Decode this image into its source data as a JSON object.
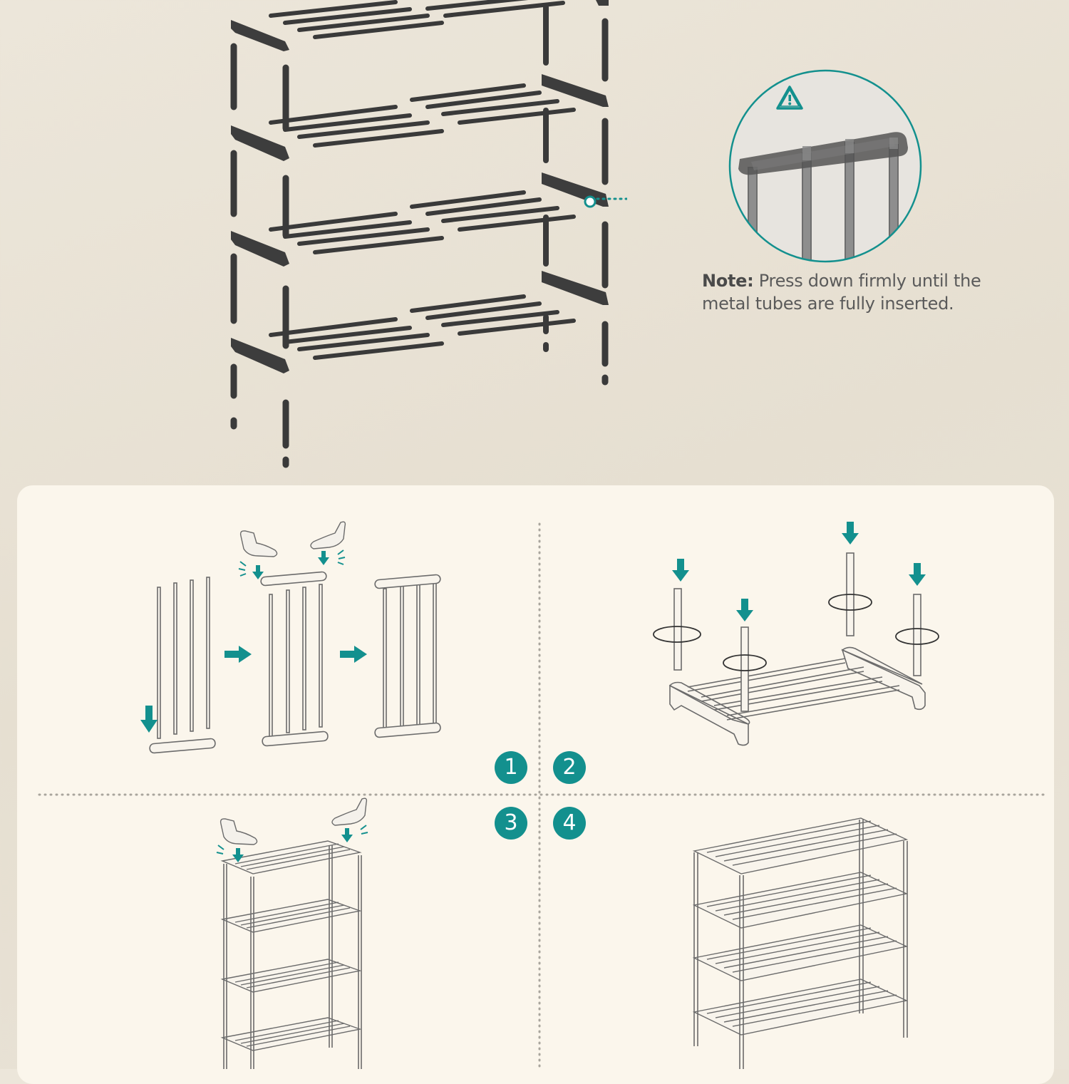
{
  "note": {
    "label": "Note:",
    "text": "Press down firmly until the metal tubes are fully inserted."
  },
  "steps": [
    {
      "number": "1"
    },
    {
      "number": "2"
    },
    {
      "number": "3"
    },
    {
      "number": "4"
    }
  ],
  "colors": {
    "accent": "#13908e",
    "frame": "#3d3d3d",
    "panel_background": "#fbf6ec",
    "page_background": "#e8e2d6"
  },
  "icons": {
    "warning": "warning-triangle-icon",
    "press": "hand-press-icon",
    "arrow": "arrow-icon",
    "rotate": "rotate-icon"
  }
}
